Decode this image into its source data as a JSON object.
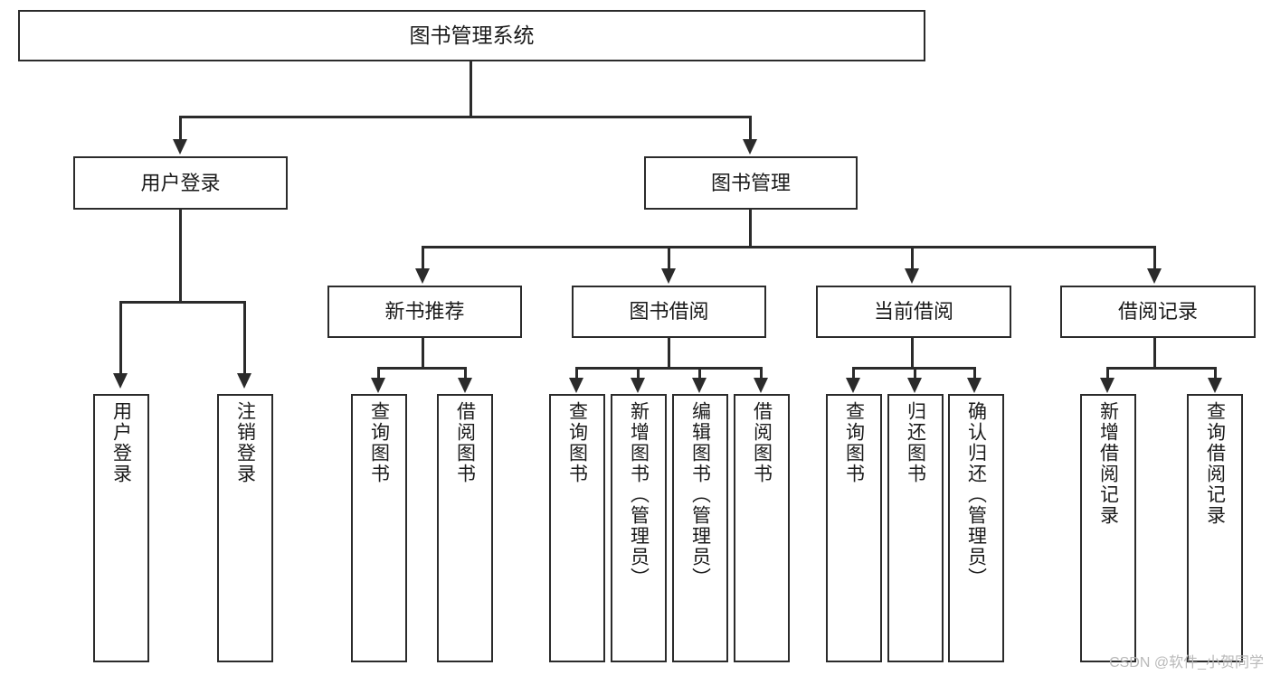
{
  "diagram": {
    "type": "tree-hierarchy-flowchart",
    "title": "图书管理系统",
    "orientation": "top-down",
    "colors": {
      "stroke": "#2b2b2b",
      "fill": "#ffffff",
      "text": "#1a1a1a",
      "watermark": "#b9b9b9"
    },
    "levels": 3
  },
  "root": {
    "label": "图书管理系统"
  },
  "level2": [
    {
      "label": "用户登录"
    },
    {
      "label": "图书管理"
    }
  ],
  "level3": [
    {
      "label": "新书推荐"
    },
    {
      "label": "图书借阅"
    },
    {
      "label": "当前借阅"
    },
    {
      "label": "借阅记录"
    }
  ],
  "leaves": {
    "user_login": [
      {
        "label": "用户登录"
      },
      {
        "label": "注销登录"
      }
    ],
    "new_book_recommend": [
      {
        "label": "查询图书"
      },
      {
        "label": "借阅图书"
      }
    ],
    "book_borrow": [
      {
        "label": "查询图书"
      },
      {
        "label": "新增图书（管理员）"
      },
      {
        "label": "编辑图书（管理员）"
      },
      {
        "label": "借阅图书"
      }
    ],
    "current_borrow": [
      {
        "label": "查询图书"
      },
      {
        "label": "归还图书"
      },
      {
        "label": "确认归还（管理员）"
      }
    ],
    "borrow_record": [
      {
        "label": "新增借阅记录"
      },
      {
        "label": "查询借阅记录"
      }
    ]
  },
  "watermark": {
    "text": "CSDN @软件_小贺同学"
  }
}
